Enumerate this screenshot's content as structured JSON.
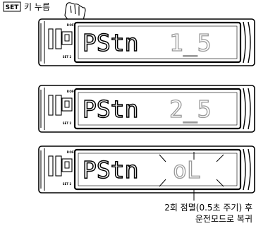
{
  "instruction": {
    "set_key": "SET",
    "press_text": "키 누름"
  },
  "panels": [
    {
      "label": "PStn",
      "value": "1_5",
      "value_style": "gray",
      "switch_top": "P.OFF",
      "switch_bottom": "SET 2"
    },
    {
      "label": "PStn",
      "value": "2_5",
      "value_style": "gray",
      "switch_top": "P.OFF",
      "switch_bottom": "SET 2"
    },
    {
      "label": "PStn",
      "value": "oL",
      "value_style": "gray",
      "switch_top": "P.OFF",
      "switch_bottom": "SET 2"
    }
  ],
  "caption": {
    "line1": "2회 점멸(0.5초 주기) 후",
    "line2": "운전모드로 복귀"
  },
  "colors": {
    "line": "#000000",
    "dim_segment": "#999999",
    "background": "#ffffff"
  }
}
